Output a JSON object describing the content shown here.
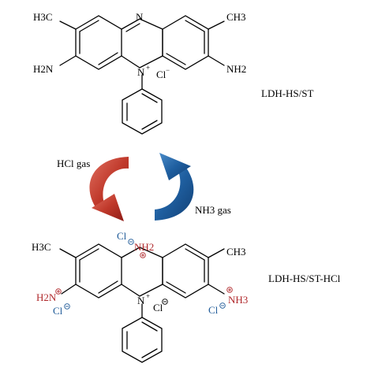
{
  "top_molecule": {
    "name": "LDH-HS/ST",
    "ch3_left": "H3C",
    "ch3_right": "CH3",
    "n_top": "N",
    "n_center": "N",
    "n_center_charge": "+",
    "counter_ion": "Cl",
    "counter_ion_charge": "−",
    "nh2_left": "H2N",
    "nh2_right": "NH2"
  },
  "arrows": {
    "forward_label": "HCl gas",
    "reverse_label": "NH3 gas",
    "forward_color": "#c0392b",
    "reverse_color": "#1f5fa0"
  },
  "bottom_molecule": {
    "name": "LDH-HS/ST-HCl",
    "ch3_left": "H3C",
    "ch3_right": "CH3",
    "nh2_top": "NH2",
    "cl_top": "Cl",
    "n_center": "N",
    "n_center_charge": "+",
    "counter_ion": "Cl",
    "nh2_left": "H2N",
    "nh3_right": "NH3",
    "cl_left": "Cl",
    "cl_right": "Cl",
    "red_color": "#b0292c",
    "blue_color": "#1e5a98"
  }
}
